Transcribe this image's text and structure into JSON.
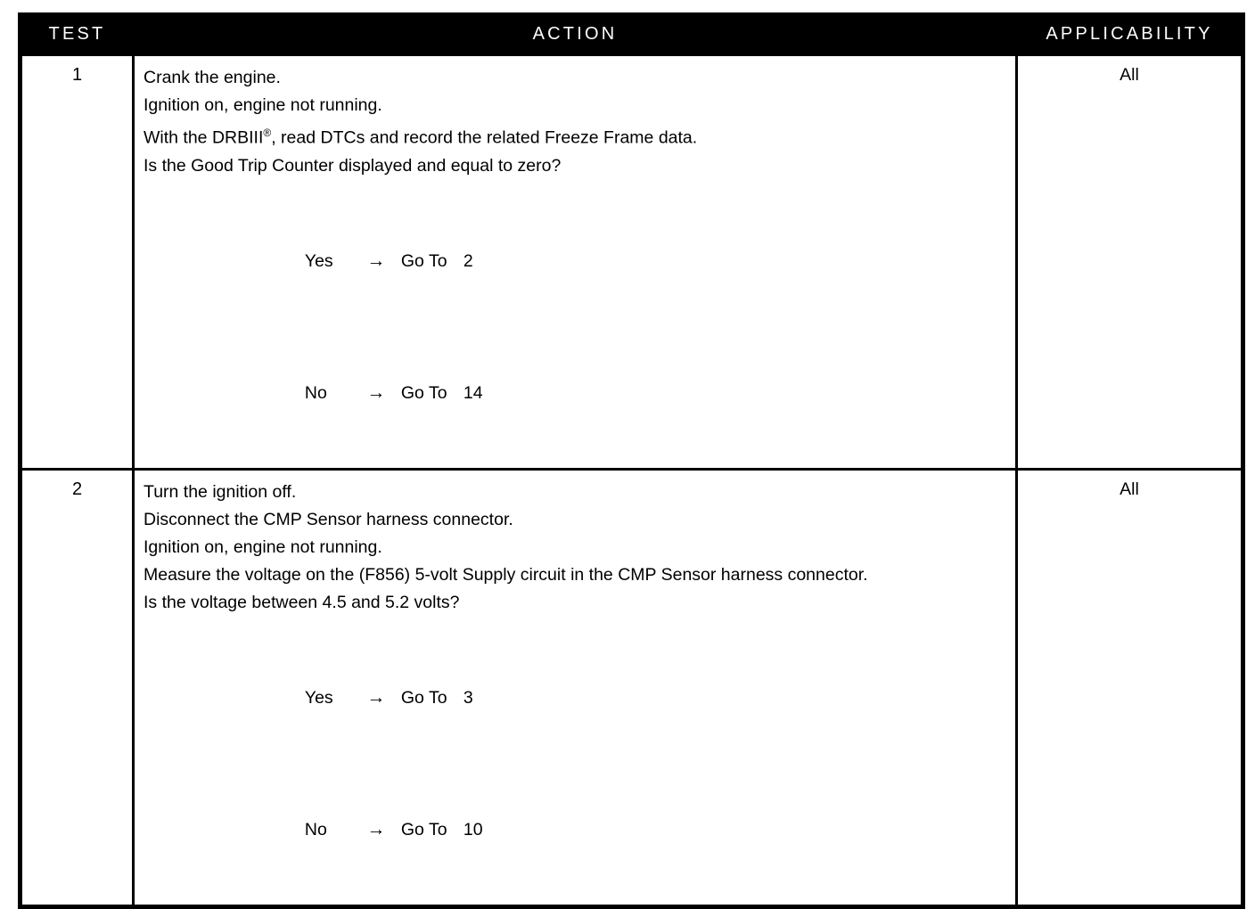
{
  "table": {
    "headers": {
      "test": "TEST",
      "action": "ACTION",
      "applicability": "APPLICABILITY"
    },
    "rows": [
      {
        "test": "1",
        "applicability": "All",
        "statements": [
          "Crank the engine.",
          "Ignition on, engine not running.",
          "With the DRBIII",
          "Is the Good Trip Counter displayed and equal to zero?"
        ],
        "statement_3_prefix": "With the DRBIII",
        "statement_3_mark": "®",
        "statement_3_suffix": ", read DTCs and record the related Freeze Frame data.",
        "branches": [
          {
            "answer": "Yes",
            "arrow": "→",
            "action": "Go To",
            "target": "2"
          },
          {
            "answer": "No",
            "arrow": "→",
            "action": "Go To",
            "target": "14"
          }
        ]
      },
      {
        "test": "2",
        "applicability": "All",
        "statements": [
          "Turn the ignition off.",
          "Disconnect the CMP Sensor harness connector.",
          "Ignition on, engine not running.",
          "Measure the voltage on the (F856) 5-volt Supply circuit in the CMP Sensor harness connector.",
          "Is the voltage between 4.5 and 5.2 volts?"
        ],
        "branches": [
          {
            "answer": "Yes",
            "arrow": "→",
            "action": "Go To",
            "target": "3"
          },
          {
            "answer": "No",
            "arrow": "→",
            "action": "Go To",
            "target": "10"
          }
        ]
      }
    ]
  }
}
